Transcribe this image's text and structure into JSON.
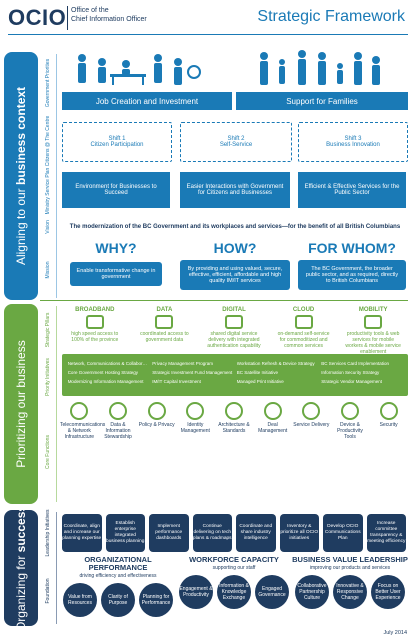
{
  "header": {
    "logo": "OCIO",
    "office_line1": "Office of the",
    "office_line2": "Chief Information Officer",
    "title": "Strategic Framework"
  },
  "bands": {
    "aligning": {
      "pre": "Aligning to our ",
      "bold": "business context"
    },
    "prioritizing": {
      "pre": "Prioritizing our business",
      "bold": ""
    },
    "organizing": {
      "pre": "Organizing for ",
      "bold": "success"
    }
  },
  "row_labels": {
    "government_priorities": "Government Priorities",
    "citizens_at_centre": "Citizens @ The Centre",
    "ministry_service_plan": "Ministry Service Plan",
    "vision": "Vision",
    "mission": "Mission",
    "strategic_pillars": "Strategic Pillars",
    "priority_initiatives": "Priority Initiatives",
    "core_functions": "Core Functions",
    "leadership_initiatives": "Leadership Initiatives",
    "foundation": "Foundation"
  },
  "government_priorities": [
    "Job Creation and Investment",
    "Support for Families"
  ],
  "shifts": [
    {
      "title": "Shift 1",
      "text": "Citizen Participation"
    },
    {
      "title": "Shift 2",
      "text": "Self-Service"
    },
    {
      "title": "Shift 3",
      "text": "Business Innovation"
    }
  ],
  "service_plan": [
    "Environment for Businesses to Succeed",
    "Easier Interactions with Government for Citizens and Businesses",
    "Efficient & Effective Services for the Public Sector"
  ],
  "vision": "The modernization of the BC Government and its workplaces and services—for the benefit of all British Columbians",
  "mission": {
    "why": "WHY?",
    "how": "HOW?",
    "for_whom": "FOR WHOM?",
    "why_text": "Enable transformative change in government",
    "how_text": "By providing and using valued, secure, effective, efficient, affordable and high quality IM/IT services",
    "whom_text": "The BC Government, the broader public sector, and as required, directly to British Columbians"
  },
  "pillars": [
    {
      "name": "BROADBAND",
      "icon": "broadband-icon",
      "text": "high speed access to 100% of the province"
    },
    {
      "name": "DATA",
      "icon": "data-icon",
      "text": "coordinated access to government data"
    },
    {
      "name": "DIGITAL",
      "icon": "digital-icon",
      "text": "shared digital service delivery with integrated authentication capability"
    },
    {
      "name": "CLOUD",
      "icon": "cloud-icon",
      "text": "on-demand self-service for commoditized and common services"
    },
    {
      "name": "MOBILITY",
      "icon": "mobility-icon",
      "text": "productivity tools & web services for mobile workers & mobile service enablement"
    }
  ],
  "priority_initiatives": [
    [
      "Network, Communications & Collaboration Transformation",
      "Core Government Hosting Strategy",
      "Modernizing Information Management"
    ],
    [
      "Privacy Management Program",
      "Strategic Investment Fund Management",
      "IM/IT Capital Investment"
    ],
    [
      "Workstation Refresh & Device Strategy",
      "BC Satellite Initiative",
      "Managed Print Initiative"
    ],
    [
      "BC Services Card Implementation",
      "Information Security Strategy",
      "Strategic Vendor Management"
    ]
  ],
  "core_functions": [
    {
      "label": "Telecommunications & Network Infrastructure",
      "icon": "network-icon"
    },
    {
      "label": "Data & Information Stewardship",
      "icon": "data-stewardship-icon"
    },
    {
      "label": "Policy & Privacy",
      "icon": "policy-icon"
    },
    {
      "label": "Identity Management",
      "icon": "identity-icon"
    },
    {
      "label": "Architecture & Standards",
      "icon": "architecture-icon"
    },
    {
      "label": "Deal Management",
      "icon": "handshake-icon"
    },
    {
      "label": "Service Delivery",
      "icon": "service-delivery-icon"
    },
    {
      "label": "Device & Productivity Tools",
      "icon": "device-icon"
    },
    {
      "label": "Security",
      "icon": "security-icon"
    }
  ],
  "leadership": [
    "Coordinate, align and increase our planning expertise",
    "Establish enterprise integrated business planning",
    "Implement performance dashboards",
    "Continue delivering on tech plans & roadmaps",
    "Coordinate and share industry intelligence",
    "Inventory & prioritize all OCIO initiatives",
    "Develop OCIO Communications Plan",
    "Increase committee transparency & meeting efficiency"
  ],
  "foundation": [
    {
      "title": "ORGANIZATIONAL PERFORMANCE",
      "sub": "driving efficiency and effectiveness",
      "items": [
        "Value from Resources",
        "Clarity of Purpose",
        "Planning for Performance"
      ]
    },
    {
      "title": "WORKFORCE CAPACITY",
      "sub": "supporting our staff",
      "items": [
        "Engagement & Productivity",
        "Information & Knowledge Exchange",
        "Engaged Governance"
      ]
    },
    {
      "title": "BUSINESS VALUE LEADERSHIP",
      "sub": "improving our products and services",
      "items": [
        "Collaborative Partnership Culture",
        "Innovative & Responsive Change",
        "Focus on Better User Experience"
      ]
    }
  ],
  "footer_date": "July 2014",
  "colors": {
    "blue": "#1a7ab6",
    "green": "#6aa843",
    "navy": "#1f3c60",
    "light_blue": "#9cc6e4"
  }
}
